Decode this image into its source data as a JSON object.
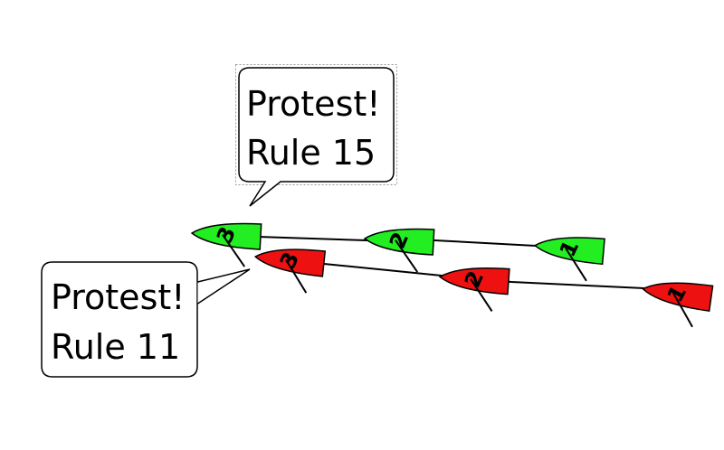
{
  "colors": {
    "green_boat": "#22ee22",
    "red_boat": "#ee1111",
    "outline": "#000000",
    "background": "#ffffff"
  },
  "callouts": {
    "top": {
      "line1": "Protest!",
      "line2": "Rule 15"
    },
    "bottom": {
      "line1": "Protest!",
      "line2": "Rule 11"
    }
  },
  "boats": {
    "green": [
      {
        "label": "3"
      },
      {
        "label": "2"
      },
      {
        "label": "1"
      }
    ],
    "red": [
      {
        "label": "3"
      },
      {
        "label": "2"
      },
      {
        "label": "1"
      }
    ]
  }
}
